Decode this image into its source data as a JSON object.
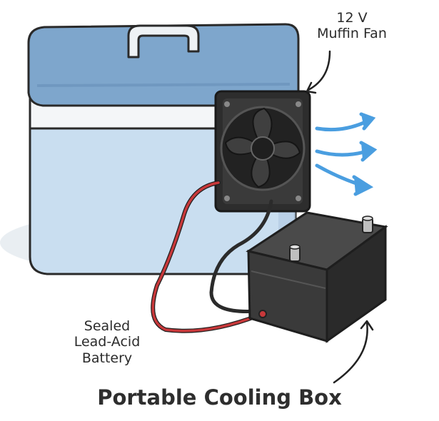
{
  "labels": {
    "fan_line1": "12 V",
    "fan_line2": "Muffin Fan",
    "battery_line1": "Sealed",
    "battery_line2": "Lead-Acid",
    "battery_line3": "Battery"
  },
  "title": "Portable Cooling Box",
  "colors": {
    "cooler_lid": "#7ea6cc",
    "cooler_body": "#c9def0",
    "fan": "#2d2d2d",
    "battery": "#3a3a3a",
    "wire_red": "#c8383a",
    "wire_black": "#2b2b2b",
    "airflow": "#4a9ee0",
    "outline": "#2a2a2a"
  },
  "icons": [
    "cooler",
    "muffin-fan",
    "battery",
    "airflow-arrows",
    "wires"
  ]
}
